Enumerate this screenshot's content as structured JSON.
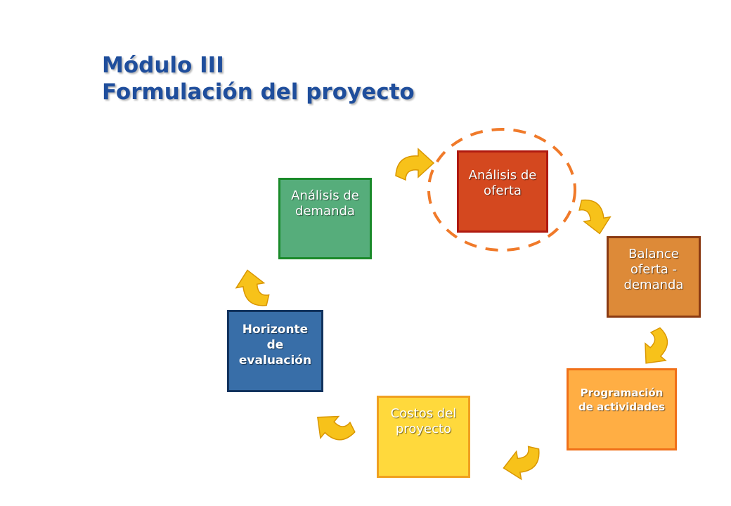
{
  "title": {
    "line1": "Módulo III",
    "line2": "Formulación del proyecto"
  },
  "steps": [
    {
      "id": "demanda",
      "label": "Análisis de\ndemanda",
      "fill": "#56ad7b",
      "border": "#1a8a2a"
    },
    {
      "id": "oferta",
      "label": "Análisis de\noferta",
      "fill": "#d4481f",
      "border": "#b01a10",
      "highlighted": true
    },
    {
      "id": "balance",
      "label": "Balance\noferta -\ndemanda",
      "fill": "#dd8a38",
      "border": "#8a3a12"
    },
    {
      "id": "programacion",
      "label": "Programación\nde actividades",
      "fill": "#ffae44",
      "border": "#f07018"
    },
    {
      "id": "costos",
      "label": "Costos del\nproyecto",
      "fill": "#ffd93c",
      "border": "#f0a020"
    },
    {
      "id": "horizonte",
      "label": "Horizonte\nde\nevaluación",
      "fill": "#386ea8",
      "border": "#12335e"
    }
  ],
  "colors": {
    "title": "#1f4e9c",
    "highlight_ring": "#f07a2a",
    "arrow_fill": "#f7c21a",
    "arrow_edge": "#d99600"
  },
  "icons": [
    "curved-arrow-icon"
  ]
}
